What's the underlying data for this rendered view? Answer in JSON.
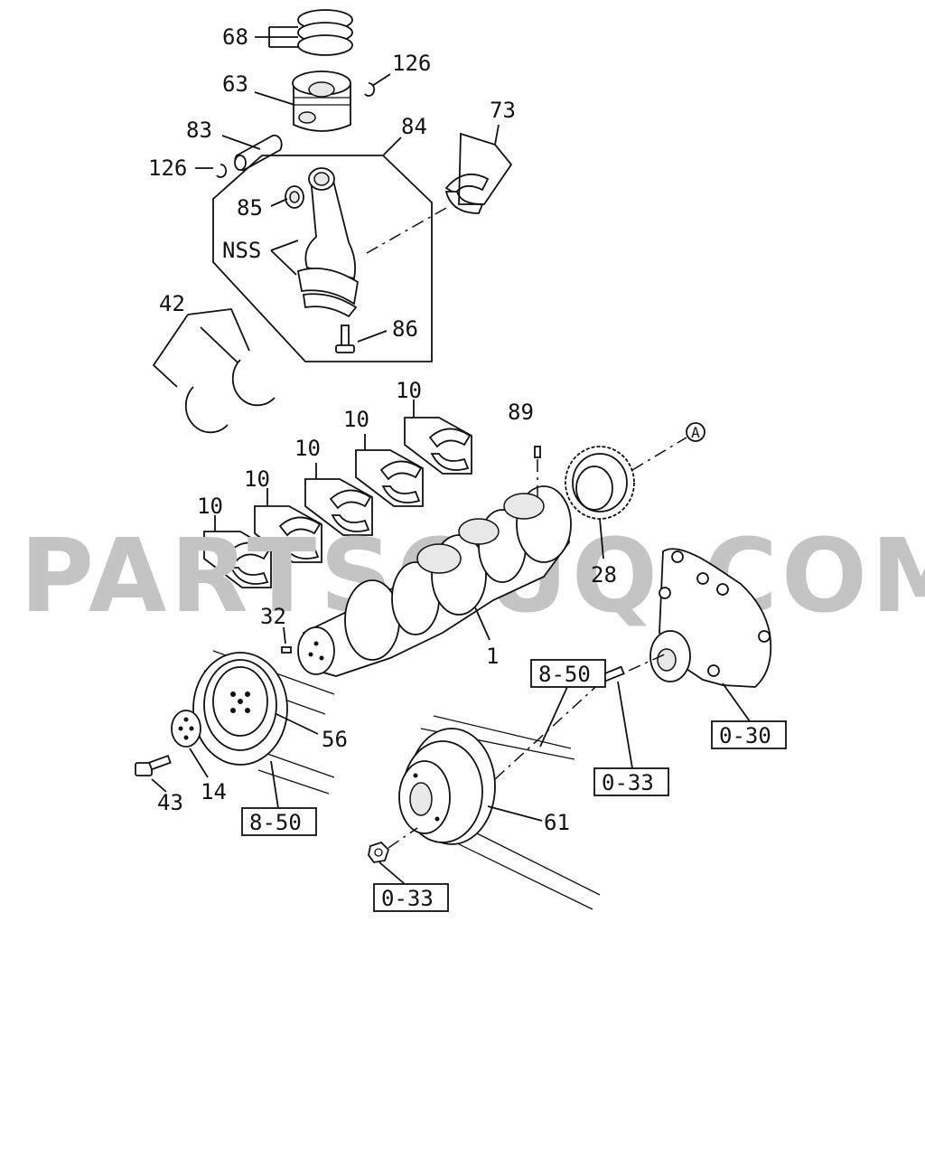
{
  "watermark": "PARTSOUQ.COM",
  "callouts": {
    "c68": "68",
    "c63": "63",
    "c126_top": "126",
    "c83": "83",
    "c126_left": "126",
    "c84": "84",
    "c73": "73",
    "c85": "85",
    "cNSS": "NSS",
    "c42": "42",
    "c86": "86",
    "c10_a": "10",
    "c10_b": "10",
    "c10_c": "10",
    "c10_d": "10",
    "c10_e": "10",
    "c89": "89",
    "cA": "A",
    "c28": "28",
    "c32": "32",
    "c1": "1",
    "c56": "56",
    "c43": "43",
    "c14": "14",
    "c61": "61"
  },
  "references": {
    "ref_850_top": "8-50",
    "ref_850_bottom": "8-50",
    "ref_030": "0-30",
    "ref_033_right": "0-33",
    "ref_033_bottom": "0-33"
  }
}
